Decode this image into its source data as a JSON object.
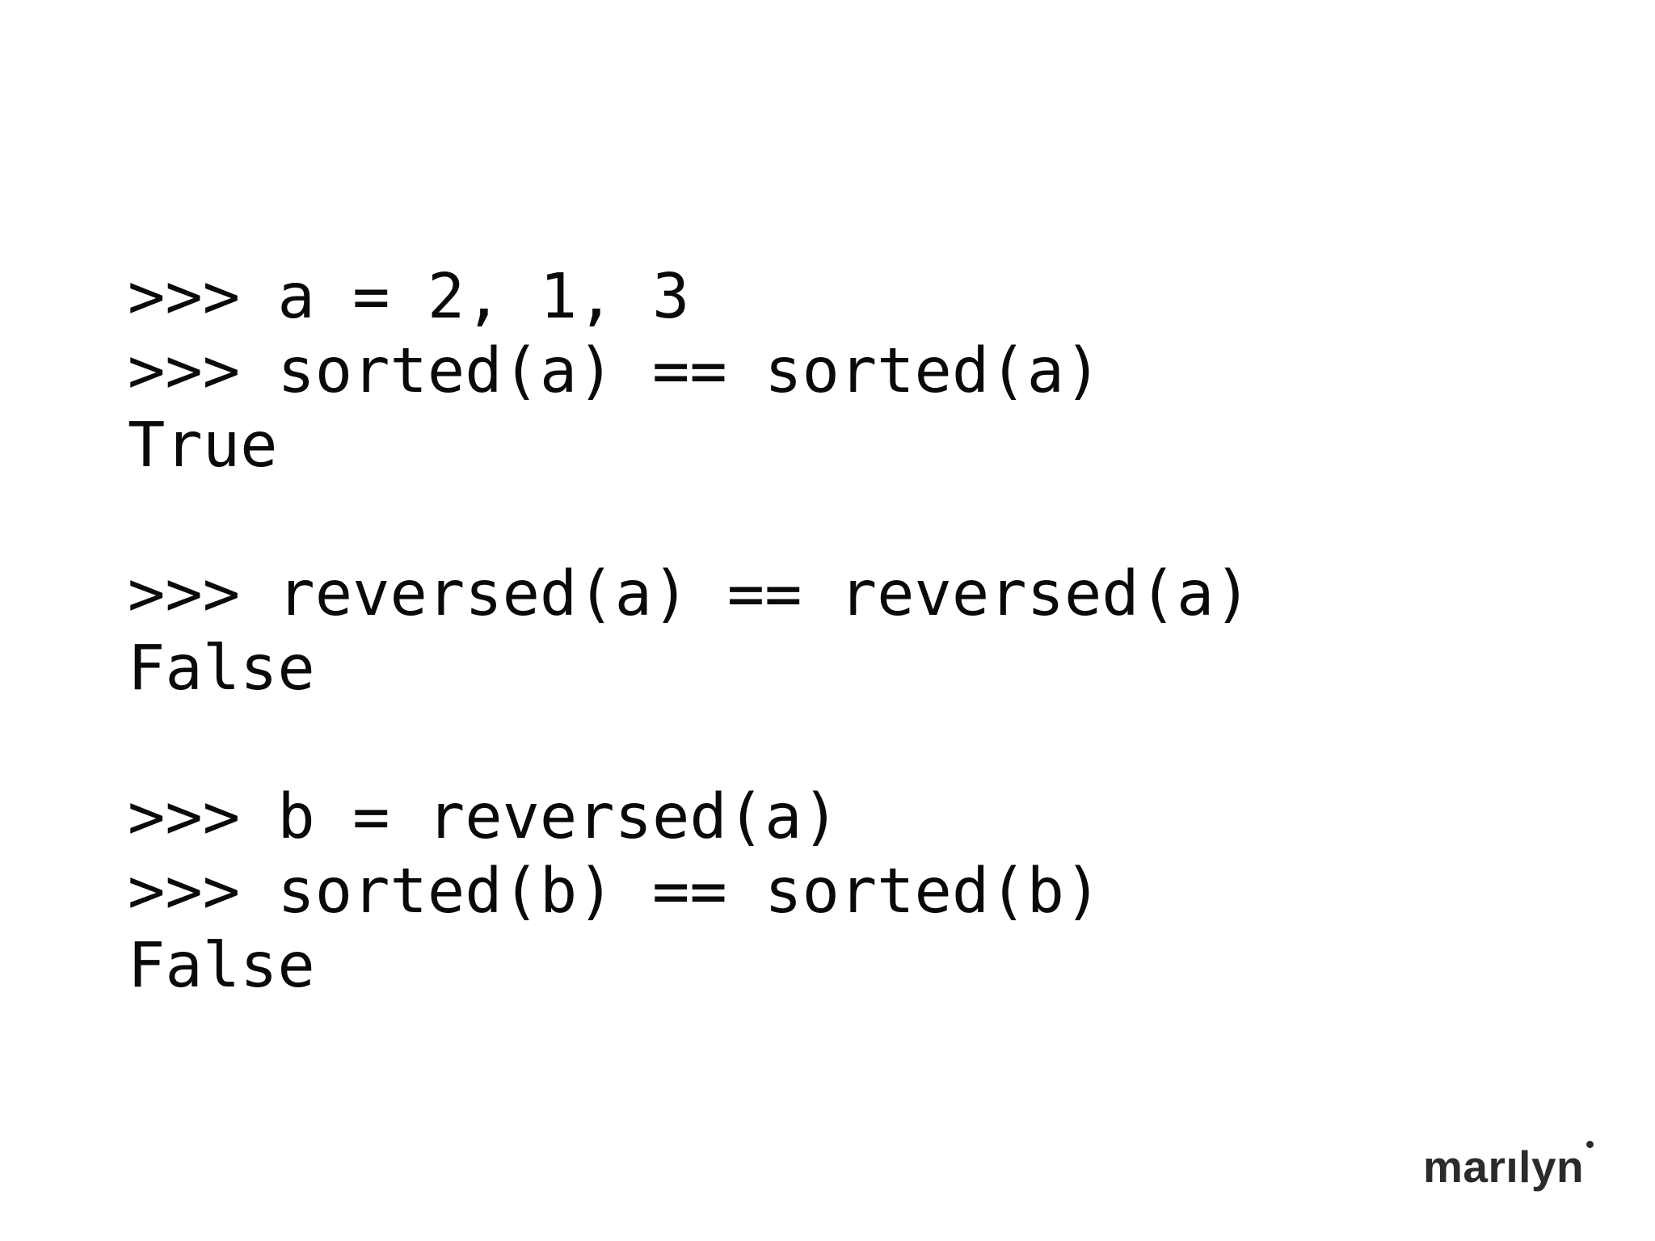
{
  "page": {
    "background": "#ffffff"
  },
  "terminal": {
    "text_color": "#0a0a0a",
    "lines": [
      ">>> a = 2, 1, 3",
      ">>> sorted(a) == sorted(a)",
      "True",
      "",
      ">>> reversed(a) == reversed(a)",
      "False",
      "",
      ">>> b = reversed(a)",
      ">>> sorted(b) == sorted(b)",
      "False"
    ]
  },
  "logo": {
    "text": "marılyn",
    "color": "#2b2b2b",
    "dot_icon": "dot"
  }
}
